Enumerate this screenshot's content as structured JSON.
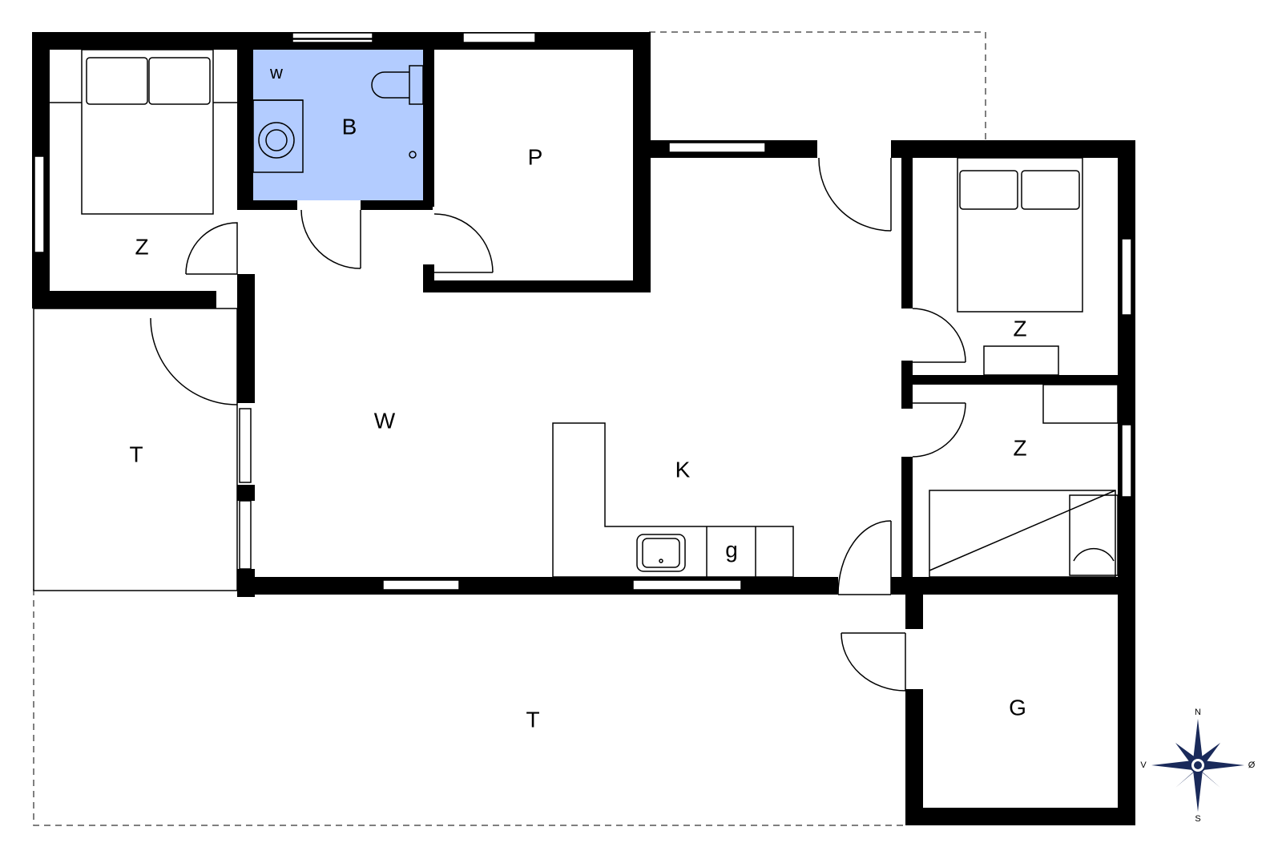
{
  "colors": {
    "wall": "#000000",
    "bathroom_fill": "#b3ccff",
    "background": "#ffffff",
    "compass": "#1a2a5a"
  },
  "rooms": {
    "bedroom_nw": "Z",
    "toilet_w": "w",
    "bathroom": "B",
    "room_p": "P",
    "living": "W",
    "kitchen": "K",
    "kitchen_g": "g",
    "terrace_west": "T",
    "terrace_south": "T",
    "bedroom_east": "Z",
    "bedroom_east2": "Z",
    "garage": "G"
  },
  "compass": {
    "north": "N",
    "south": "S",
    "west": "V",
    "east": "Ø",
    "icon": "compass-rose-icon"
  }
}
